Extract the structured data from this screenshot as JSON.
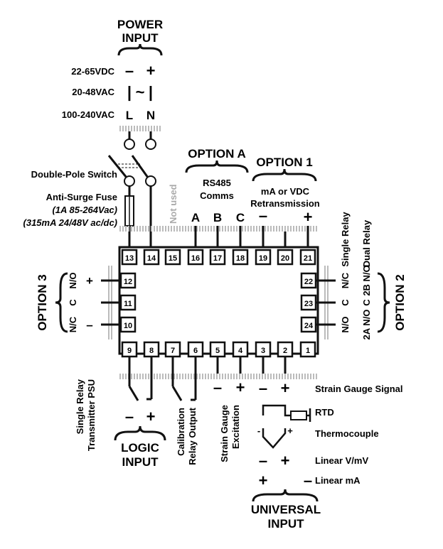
{
  "power": {
    "title": [
      "POWER",
      "INPUT"
    ],
    "rows": [
      {
        "label": "22-65VDC",
        "left": "–",
        "right": "+"
      },
      {
        "label": "20-48VAC",
        "left": "|",
        "mid": "~",
        "right": "|"
      },
      {
        "label": "100-240VAC",
        "left": "L",
        "right": "N"
      }
    ],
    "switch_label": "Double-Pole Switch",
    "fuse_label": "Anti-Surge Fuse",
    "fuse_spec1": "(1A 85-264Vac)",
    "fuse_spec2": "(315mA 24/48V ac/dc)"
  },
  "not_used": "Not used",
  "option_a": {
    "title": "OPTION A",
    "desc1": "RS485",
    "desc2": "Comms",
    "terminals": [
      "A",
      "B",
      "C"
    ]
  },
  "option_1": {
    "title": "OPTION 1",
    "desc1": "mA or VDC",
    "desc2": "Retransmission",
    "minus": "–",
    "plus": "+"
  },
  "option_2": {
    "title": "OPTION 2",
    "single": "Single Relay",
    "dual": "Dual Relay",
    "single_terms": [
      "N/C",
      "C",
      "N/O"
    ],
    "dual_terms": [
      "2B N/O",
      "C",
      "2A N/O"
    ]
  },
  "option_3": {
    "title": "OPTION 3",
    "single": "Single Relay",
    "psu": "Transmitter PSU",
    "single_terms": [
      "N/O",
      "C",
      "N/C"
    ],
    "psu_plus": "+",
    "psu_minus": "–"
  },
  "terminals": {
    "top": [
      "13",
      "14",
      "15",
      "16",
      "17",
      "18",
      "19",
      "20",
      "21"
    ],
    "bottom": [
      "9",
      "8",
      "7",
      "6",
      "5",
      "4",
      "3",
      "2",
      "1"
    ],
    "left": [
      "12",
      "11",
      "10"
    ],
    "right": [
      "22",
      "23",
      "24"
    ]
  },
  "logic": {
    "title": [
      "LOGIC",
      "INPUT"
    ],
    "minus": "–",
    "plus": "+"
  },
  "calibration": [
    "Calibration",
    "Relay Output"
  ],
  "strain_exc": [
    "Strain Gauge",
    "Excitation"
  ],
  "exc_minus": "–",
  "exc_plus": "+",
  "universal": {
    "title": [
      "UNIVERSAL",
      "INPUT"
    ],
    "strain_signal": "Strain Gauge Signal",
    "rtd": "RTD",
    "thermocouple": "Thermocouple",
    "linear_v": "Linear V/mV",
    "linear_ma": "Linear mA",
    "sig_minus": "–",
    "sig_plus": "+",
    "tc_minus": "-",
    "tc_plus": "+",
    "lv_minus": "–",
    "lv_plus": "+",
    "ma_plus": "+",
    "ma_minus": "–"
  }
}
